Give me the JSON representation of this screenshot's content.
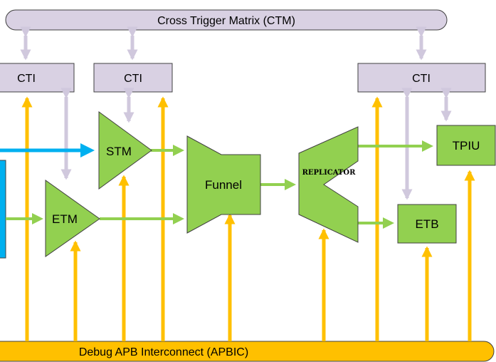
{
  "ctm": {
    "label": "Cross Trigger Matrix (CTM)"
  },
  "apbic": {
    "label": "Debug APB Interconnect (APBIC)"
  },
  "cti_left": {
    "label": "CTI"
  },
  "cti_middle": {
    "label": "CTI"
  },
  "cti_right": {
    "label": "CTI"
  },
  "stm": {
    "label": "STM"
  },
  "etm": {
    "label": "ETM"
  },
  "funnel": {
    "label": "Funnel"
  },
  "replicator": {
    "label": "REPLICATOR"
  },
  "tpiu": {
    "label": "TPIU"
  },
  "etb": {
    "label": "ETB"
  },
  "colors": {
    "block_fill": "#92d050",
    "cti_fill": "#d9d1e3",
    "bus_fill": "#ffc000",
    "trace_arrow": "#92d050",
    "trigger_arrow": "#d0c8dd",
    "apb_arrow": "#ffc000",
    "input_arrow": "#00b0f0"
  }
}
